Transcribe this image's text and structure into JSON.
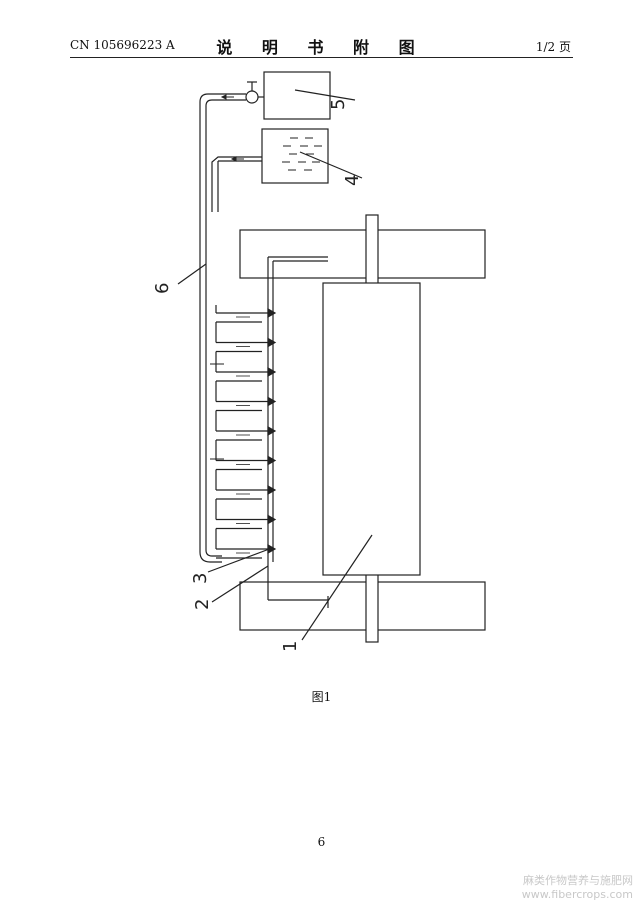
{
  "header": {
    "publication_number": "CN 105696223 A",
    "title": "说 明 书 附 图",
    "page": "1/2 页"
  },
  "figure": {
    "caption": "图1",
    "labels": [
      "1",
      "2",
      "3",
      "4",
      "5",
      "6"
    ],
    "nozzle_rows": 9
  },
  "footer": {
    "page_number": "6"
  },
  "watermark": {
    "cn": "麻类作物营养与施肥网",
    "url": "www.fibercrops.com"
  },
  "colors": {
    "line": "#222222",
    "liquid": "#222222"
  }
}
